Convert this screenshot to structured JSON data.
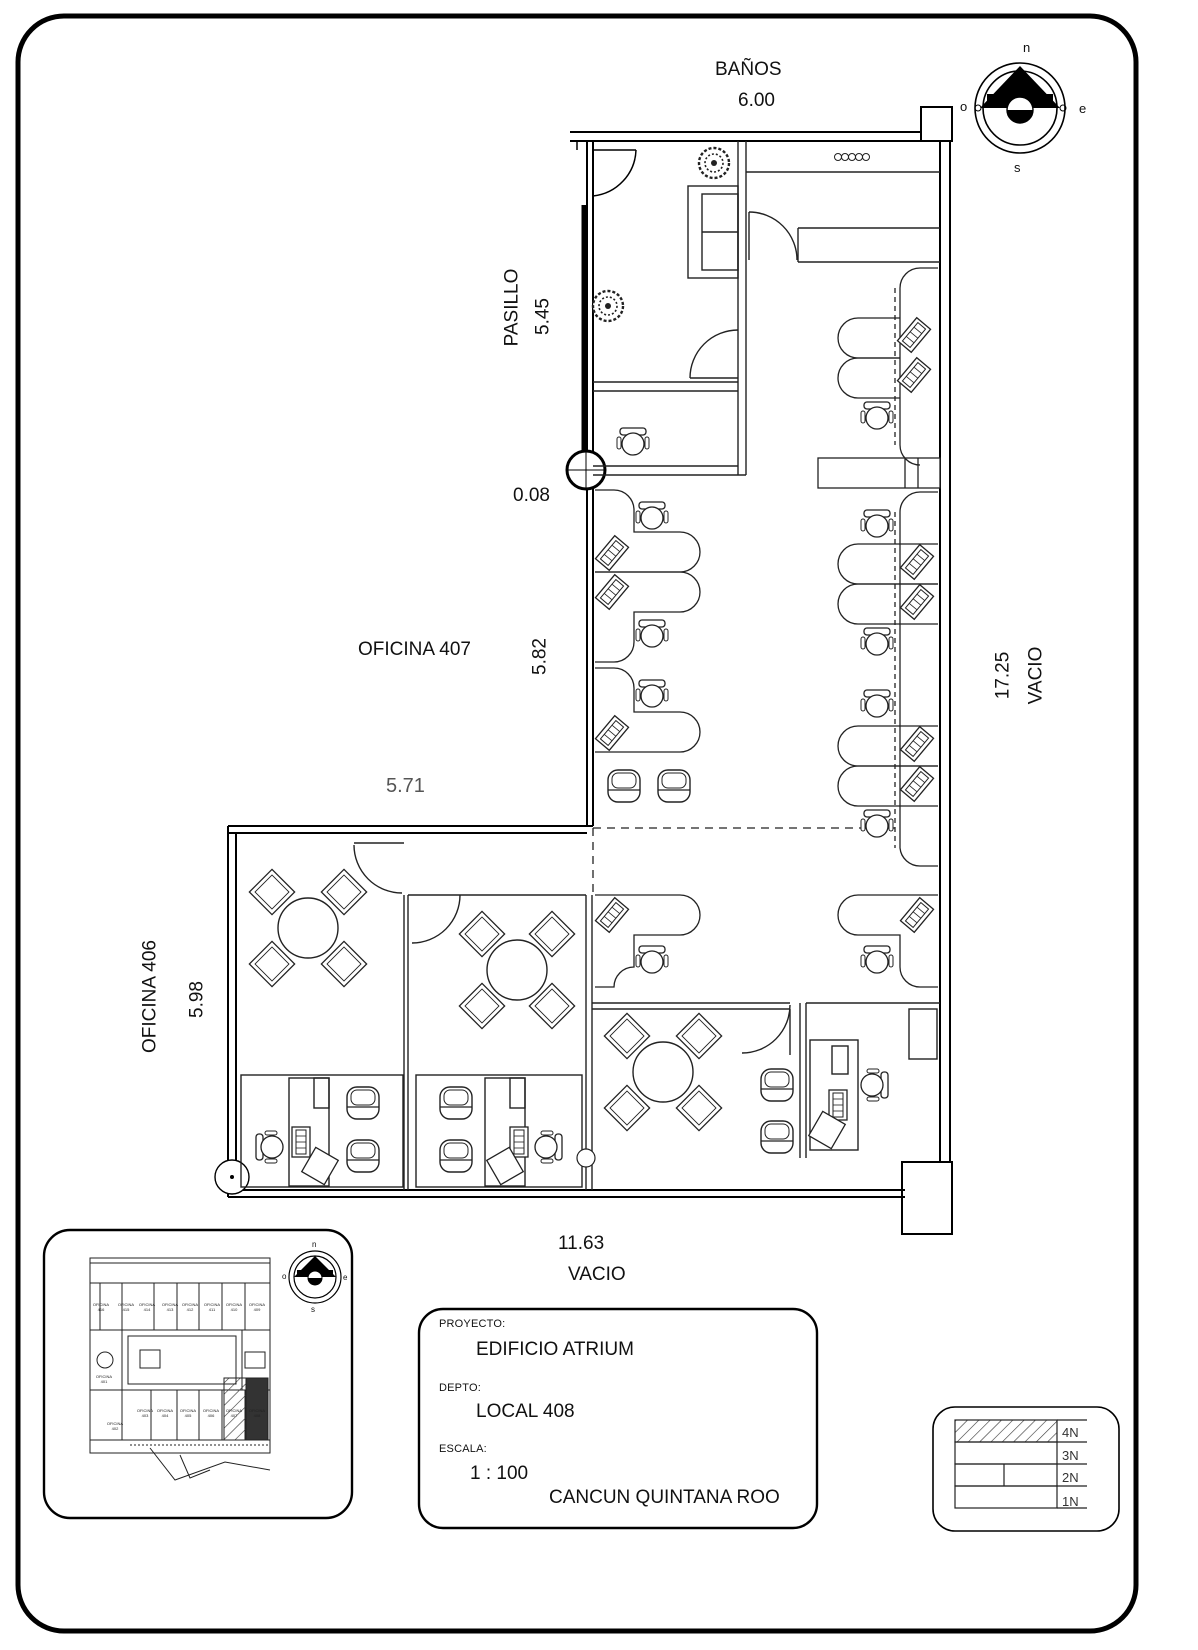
{
  "plan": {
    "labels": {
      "banos": "BAÑOS",
      "banos_dim": "6.00",
      "pasillo": "PASILLO",
      "pasillo_dim": "5.45",
      "col_dim": "0.08",
      "oficina_407": "OFICINA 407",
      "oficina_407_dim": "5.82",
      "width_dim": "5.71",
      "oficina_406": "OFICINA 406",
      "oficina_406_dim": "5.98",
      "east_dim": "17.25",
      "east_label": "VACIO",
      "south_dim": "11.63",
      "south_label": "VACIO"
    }
  },
  "compass": {
    "n": "n",
    "s": "s",
    "e": "e",
    "o": "o"
  },
  "key_plan": {
    "compass": {
      "n": "n",
      "s": "s",
      "e": "e",
      "o": "o"
    },
    "units_top": [
      "OFICINA 416",
      "OFICINA 415",
      "OFICINA 414",
      "OFICINA 413",
      "OFICINA 412",
      "OFICINA 411",
      "OFICINA 410",
      "OFICINA 409"
    ],
    "units_bottom": [
      "OFICINA 402",
      "OFICINA 403",
      "OFICINA 404",
      "OFICINA 405",
      "OFICINA 406",
      "OFICINA 407",
      "OFICINA 408"
    ],
    "unit_left": "OFICINA 401"
  },
  "title_block": {
    "proyecto_caption": "PROYECTO:",
    "proyecto_value": "EDIFICIO ATRIUM",
    "depto_caption": "DEPTO:",
    "depto_value": "LOCAL 408",
    "escala_caption": "ESCALA:",
    "escala_value": "1 : 100",
    "location": "CANCUN QUINTANA ROO"
  },
  "levels": {
    "items": [
      "4N",
      "3N",
      "2N",
      "1N"
    ],
    "highlighted": "4N"
  }
}
